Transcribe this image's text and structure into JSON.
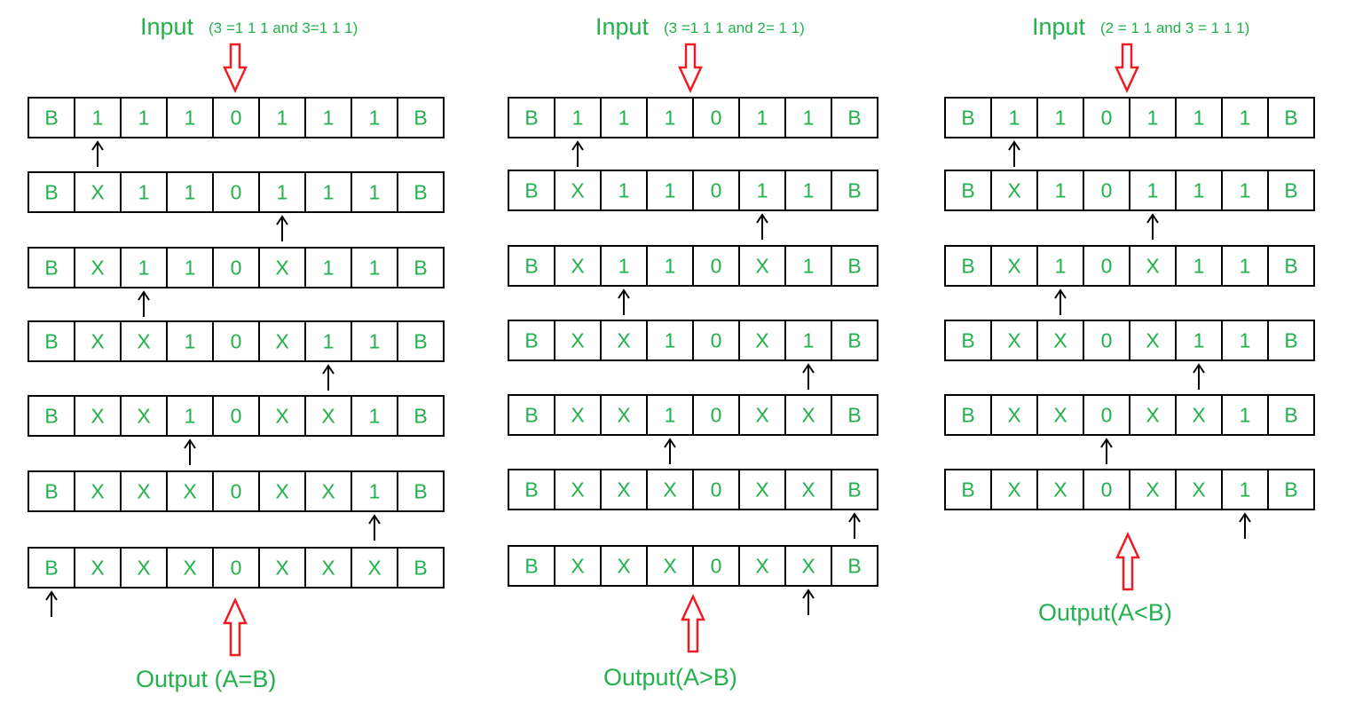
{
  "colors": {
    "text": "#22b14c",
    "io_arrow": "#ed1c24",
    "head_arrow": "#000000",
    "cell_border": "#000000"
  },
  "machines": [
    {
      "input_label": "Input",
      "input_detail": "(3 =1 1 1 and 3=1 1 1)",
      "output_label": "Output (A=B)",
      "tapes": [
        {
          "cells": [
            "B",
            "1",
            "1",
            "1",
            "0",
            "1",
            "1",
            "1",
            "B"
          ],
          "head": 1
        },
        {
          "cells": [
            "B",
            "X",
            "1",
            "1",
            "0",
            "1",
            "1",
            "1",
            "B"
          ],
          "head": 5
        },
        {
          "cells": [
            "B",
            "X",
            "1",
            "1",
            "0",
            "X",
            "1",
            "1",
            "B"
          ],
          "head": 2
        },
        {
          "cells": [
            "B",
            "X",
            "X",
            "1",
            "0",
            "X",
            "1",
            "1",
            "B"
          ],
          "head": 6
        },
        {
          "cells": [
            "B",
            "X",
            "X",
            "1",
            "0",
            "X",
            "X",
            "1",
            "B"
          ],
          "head": 3
        },
        {
          "cells": [
            "B",
            "X",
            "X",
            "X",
            "0",
            "X",
            "X",
            "1",
            "B"
          ],
          "head": 7
        },
        {
          "cells": [
            "B",
            "X",
            "X",
            "X",
            "0",
            "X",
            "X",
            "X",
            "B"
          ],
          "head": 0
        }
      ]
    },
    {
      "input_label": "Input",
      "input_detail": "(3 =1 1 1 and 2= 1 1)",
      "output_label": "Output(A>B)",
      "tapes": [
        {
          "cells": [
            "B",
            "1",
            "1",
            "1",
            "0",
            "1",
            "1",
            "B"
          ],
          "head": 1
        },
        {
          "cells": [
            "B",
            "X",
            "1",
            "1",
            "0",
            "1",
            "1",
            "B"
          ],
          "head": 5
        },
        {
          "cells": [
            "B",
            "X",
            "1",
            "1",
            "0",
            "X",
            "1",
            "B"
          ],
          "head": 2
        },
        {
          "cells": [
            "B",
            "X",
            "X",
            "1",
            "0",
            "X",
            "1",
            "B"
          ],
          "head": 6
        },
        {
          "cells": [
            "B",
            "X",
            "X",
            "1",
            "0",
            "X",
            "X",
            "B"
          ],
          "head": 3
        },
        {
          "cells": [
            "B",
            "X",
            "X",
            "X",
            "0",
            "X",
            "X",
            "B"
          ],
          "head": 7
        },
        {
          "cells": [
            "B",
            "X",
            "X",
            "X",
            "0",
            "X",
            "X",
            "B"
          ],
          "head": 6
        }
      ]
    },
    {
      "input_label": "Input",
      "input_detail": "(2 = 1 1 and 3 = 1 1 1)",
      "output_label": "Output(A<B)",
      "tapes": [
        {
          "cells": [
            "B",
            "1",
            "1",
            "0",
            "1",
            "1",
            "1",
            "B"
          ],
          "head": 1
        },
        {
          "cells": [
            "B",
            "X",
            "1",
            "0",
            "1",
            "1",
            "1",
            "B"
          ],
          "head": 4
        },
        {
          "cells": [
            "B",
            "X",
            "1",
            "0",
            "X",
            "1",
            "1",
            "B"
          ],
          "head": 2
        },
        {
          "cells": [
            "B",
            "X",
            "X",
            "0",
            "X",
            "1",
            "1",
            "B"
          ],
          "head": 5
        },
        {
          "cells": [
            "B",
            "X",
            "X",
            "0",
            "X",
            "X",
            "1",
            "B"
          ],
          "head": 3
        },
        {
          "cells": [
            "B",
            "X",
            "X",
            "0",
            "X",
            "X",
            "1",
            "B"
          ],
          "head": 6
        }
      ]
    }
  ]
}
